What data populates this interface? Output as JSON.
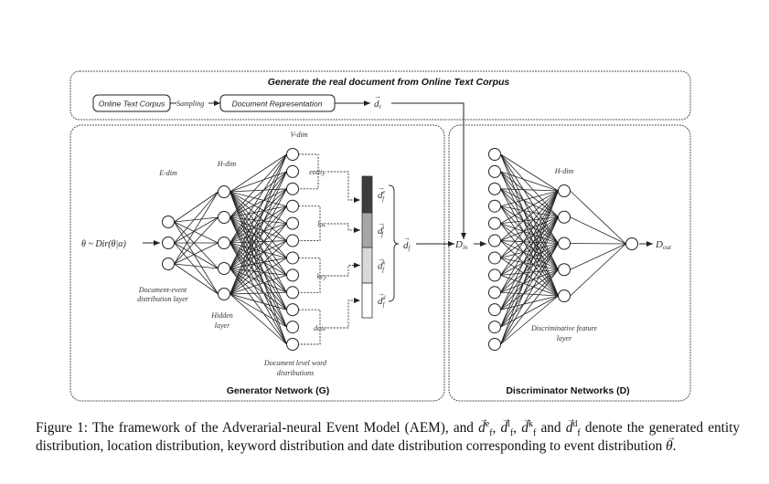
{
  "figure": {
    "top_box": {
      "title": "Generate the real document from Online Text Corpus",
      "corpus_label": "Online Text Corpus",
      "sampling_label": "Sampling",
      "doc_repr_label": "Document Representation",
      "dr_label": "d",
      "dr_sub": "r"
    },
    "generator": {
      "title": "Generator Network (G)",
      "input_label": "θ ~ Dir(θ|α)",
      "e_dim_label": "E-dim",
      "h_dim_label": "H-dim",
      "v_dim_label": "V-dim",
      "e_layer_label_1": "Document-event",
      "e_layer_label_2": "distribution layer",
      "h_layer_label_1": "Hidden",
      "h_layer_label_2": "layer",
      "v_layer_label_1": "Document level word",
      "v_layer_label_2": "distributions",
      "groups": [
        "entity",
        "loc",
        "key",
        "date"
      ],
      "e_nodes": 3,
      "h_nodes": 5,
      "v_nodes": 12,
      "segments": [
        {
          "sup": "e",
          "color": "#3d3d3d"
        },
        {
          "sup": "l",
          "color": "#a6a6a6"
        },
        {
          "sup": "k",
          "color": "#d9d9d9"
        },
        {
          "sup": "d",
          "color": "#ffffff"
        }
      ],
      "df_label": "d",
      "df_sub": "f"
    },
    "discriminator": {
      "title": "Discriminator Networks (D)",
      "h_dim_label": "H-dim",
      "in_label": "D",
      "in_sub": "in",
      "out_label": "D",
      "out_sub": "out",
      "feature_label_1": "Discriminative feature",
      "feature_label_2": "layer",
      "in_nodes": 12,
      "h_nodes": 5,
      "out_nodes": 1
    }
  },
  "caption": {
    "prefix": "Figure 1: The framework of the Adverarial-neural Event Model (AEM), and",
    "and": "and",
    "middle": "denote the generated entity distribution, location distribution, keyword distribution and date distribution corresponding to event distribution",
    "end": "."
  }
}
